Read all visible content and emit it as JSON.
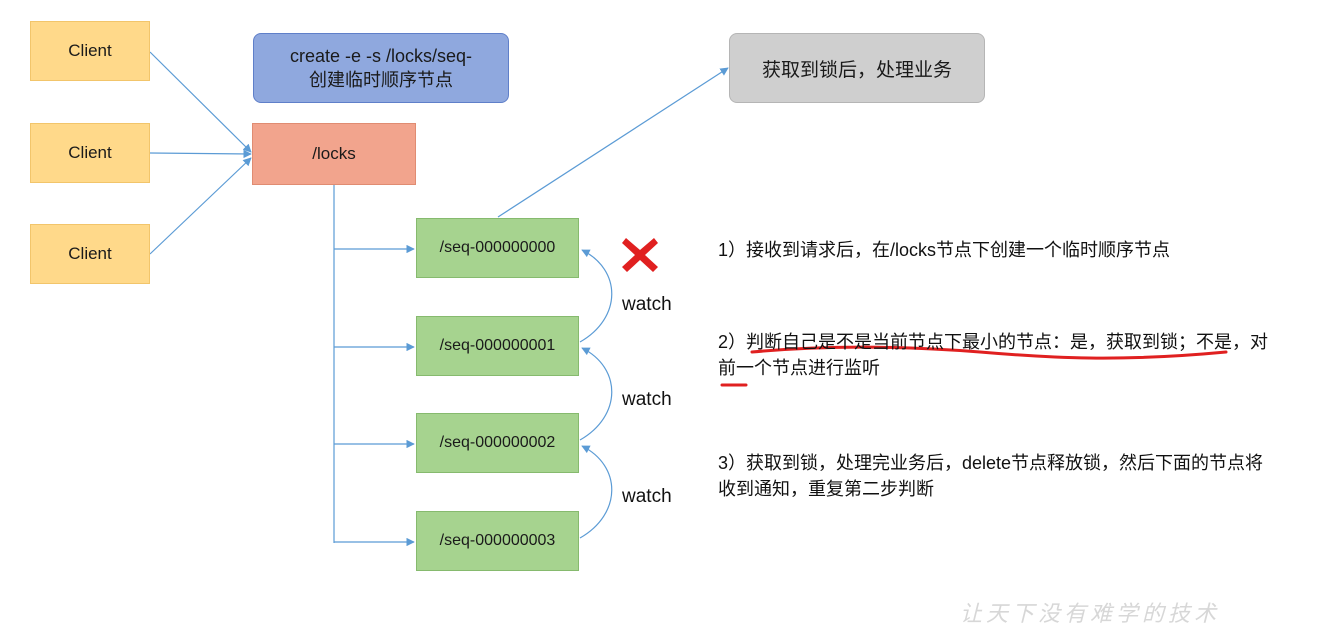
{
  "clients": [
    "Client",
    "Client",
    "Client"
  ],
  "command": {
    "line1": "create -e -s /locks/seq-",
    "line2": "创建临时顺序节点"
  },
  "root_node": "/locks",
  "business": "获取到锁后，处理业务",
  "seq_nodes": [
    "/seq-000000000",
    "/seq-000000001",
    "/seq-000000002",
    "/seq-000000003"
  ],
  "watch_labels": [
    "watch",
    "watch",
    "watch"
  ],
  "steps": [
    "1）接收到请求后，在/locks节点下创建一个临时顺序节点",
    "2）判断自己是不是当前节点下最小的节点：是，获取到锁；不是，对前一个节点进行监听",
    "3）获取到锁，处理完业务后，delete节点释放锁，然后下面的节点将收到通知，重复第二步判断"
  ],
  "footer": "让天下没有难学的技术",
  "colors": {
    "client": "#ffd98a",
    "command": "#8fa8de",
    "root": "#f2a48d",
    "seq": "#a6d38f",
    "business": "#cfcfcf",
    "arrow": "#5b9bd5",
    "mark": "#e02020"
  }
}
